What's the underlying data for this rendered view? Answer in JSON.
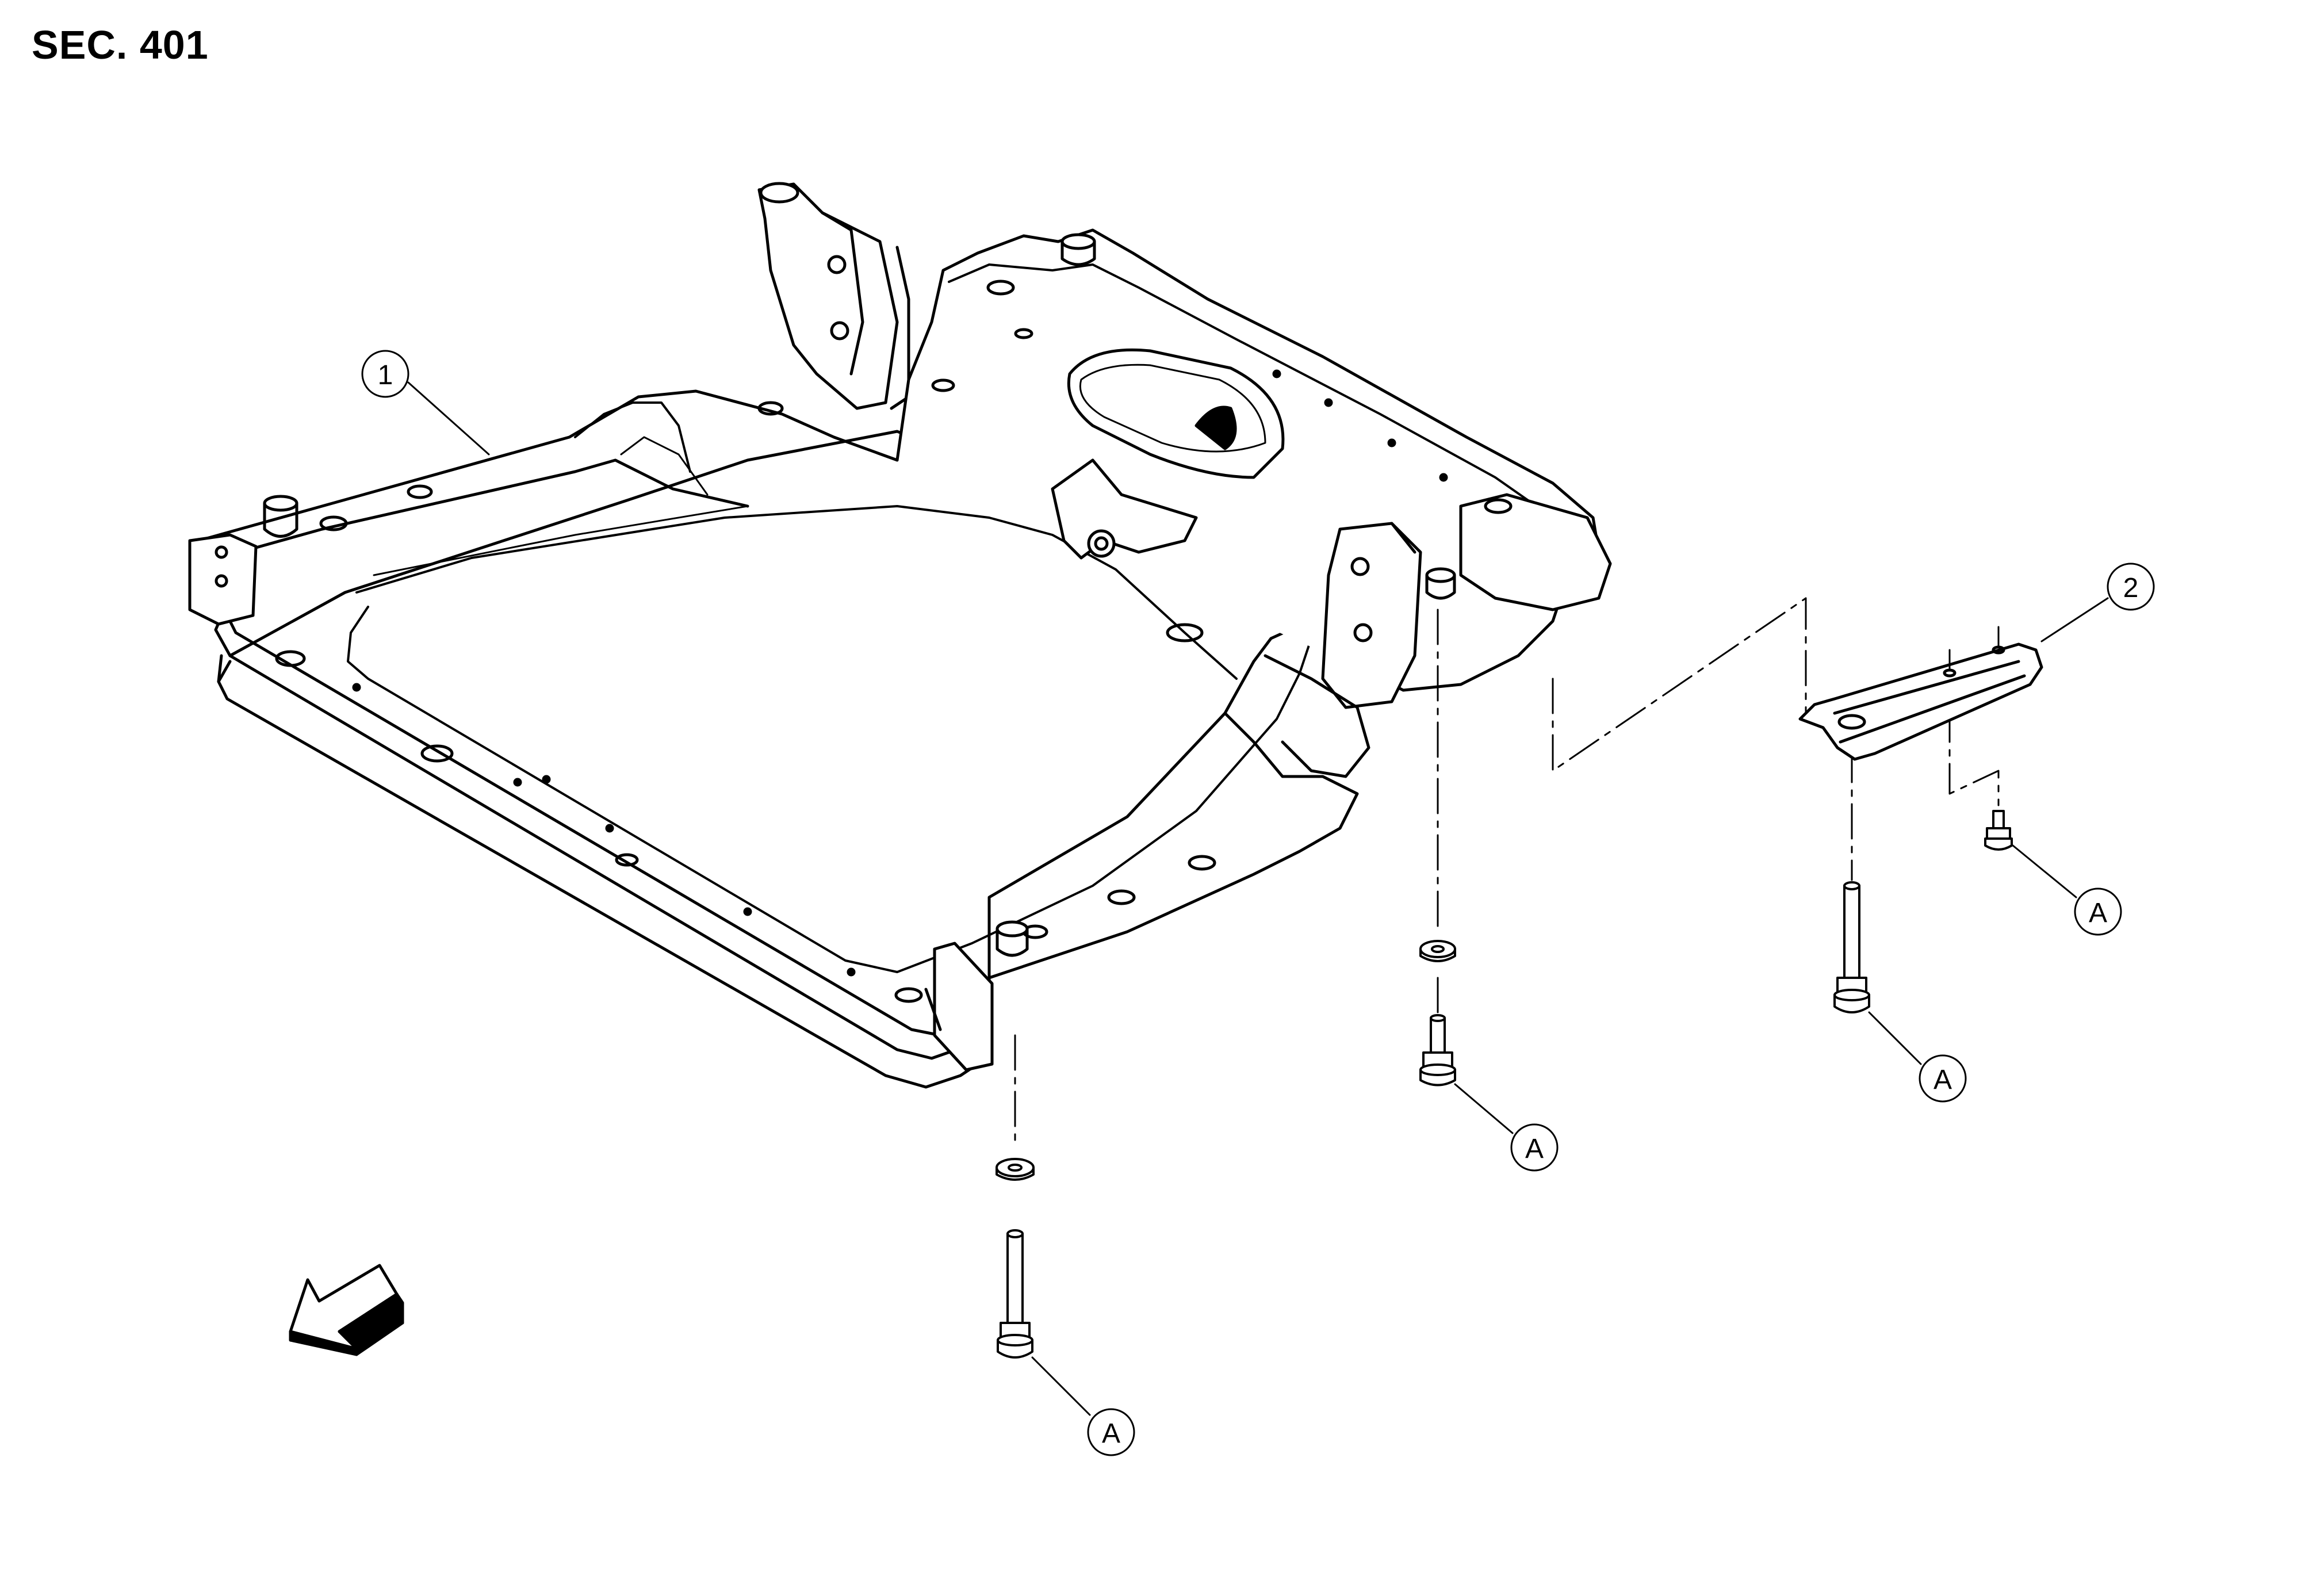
{
  "header": {
    "section_label": "SEC. 401"
  },
  "callouts": {
    "part_1": "1",
    "part_2": "2",
    "fastener_a": "A"
  },
  "colors": {
    "line": "#000000",
    "background": "#ffffff"
  },
  "icons": {
    "front_direction": "front-arrow-icon"
  }
}
